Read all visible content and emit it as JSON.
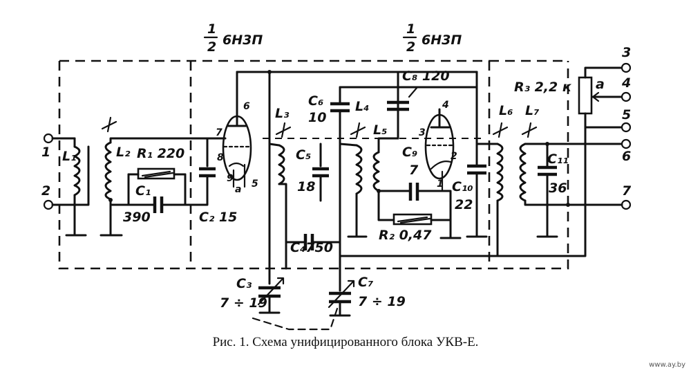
{
  "caption": "Рис. 1. Схема унифицированного блока УКВ-Е.",
  "watermark": "www.ay.by",
  "tubes": [
    {
      "id": "tube-left",
      "label": "6Н3П",
      "fraction": {
        "num": "1",
        "den": "2"
      }
    },
    {
      "id": "tube-right",
      "label": "6Н3П",
      "fraction": {
        "num": "1",
        "den": "2"
      }
    }
  ],
  "terminals": [
    "1",
    "2",
    "3",
    "4",
    "5",
    "6",
    "7"
  ],
  "components": {
    "L1": "L₁",
    "L2": "L₂",
    "L3": "L₃",
    "L4": "L₄",
    "L5": "L₅",
    "L6": "L₆",
    "L7": "L₇",
    "R1": "R₁ 220",
    "R2": "R₂ 0,47",
    "R3": "R₃ 2,2 к",
    "C1": "C₁",
    "C1v": "390",
    "C2": "C₂ 15",
    "C3": "C₃",
    "C3v": "7 ÷ 19",
    "C4": "C₄750",
    "C5": "C₅",
    "C5v": "18",
    "C6": "C₆",
    "C6v": "10",
    "C7": "C₇",
    "C7v": "7 ÷ 19",
    "C8": "C₈ 120",
    "C9": "C₉",
    "C9v": "7",
    "C10": "C₁₀",
    "C10v": "22",
    "C11": "C₁₁",
    "C11v": "36"
  },
  "pins": {
    "p6": "6",
    "p7": "7",
    "p8": "8",
    "p9": "9",
    "pa": "a",
    "p5": "5",
    "p4": "4",
    "p3": "3",
    "p2": "2",
    "p1": "1",
    "r3a": "a"
  }
}
